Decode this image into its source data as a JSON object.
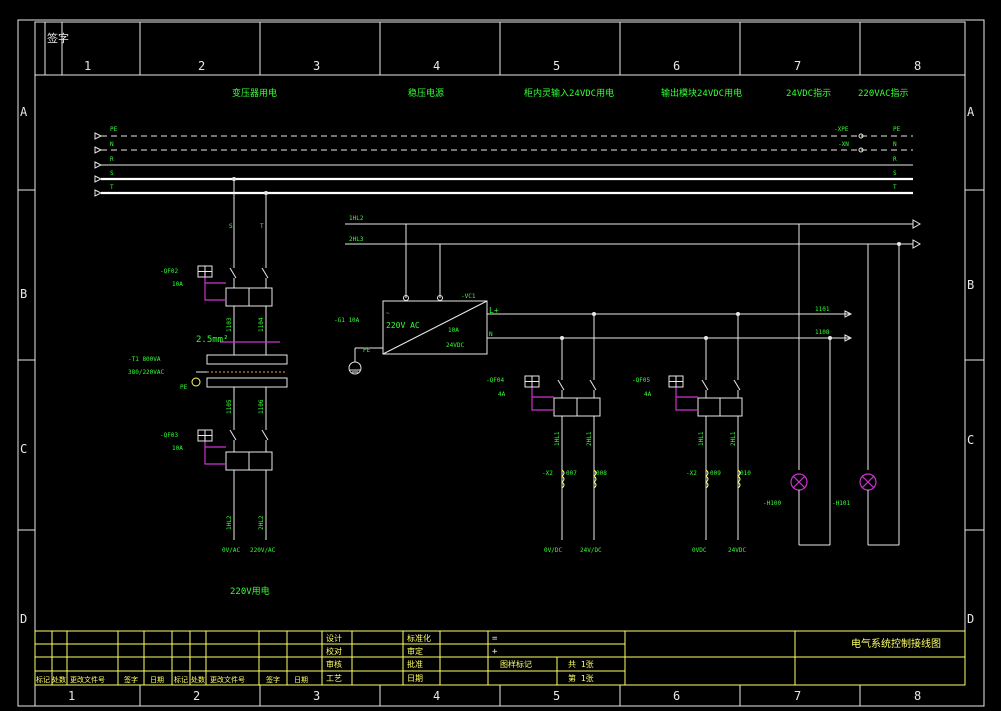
{
  "stamp": "签字",
  "columns": [
    "1",
    "2",
    "3",
    "4",
    "5",
    "6",
    "7",
    "8"
  ],
  "rows": [
    "A",
    "B",
    "C",
    "D"
  ],
  "headers": [
    "变压器用电",
    "稳压电源",
    "柜内灵输入24VDC用电",
    "输出模块24VDC用电",
    "24VDC指示",
    "220VAC指示"
  ],
  "bus": {
    "left": [
      "PE",
      "N",
      "R",
      "S",
      "T"
    ],
    "right": [
      "PE",
      "N",
      "R",
      "S",
      "T"
    ],
    "mid_pe": "-XPE",
    "mid_n": "-XN"
  },
  "branch_lines": [
    "1HL2",
    "2HL3"
  ],
  "ps": {
    "tag": "-VC1",
    "fuse": "-G1 10A",
    "ac": "220V AC",
    "amp": "10A",
    "dc": "24VDC",
    "lplus": "L+",
    "n": "N",
    "pe": "PE"
  },
  "dc_lines": [
    "1101",
    "1108"
  ],
  "transformer": {
    "tag": "-T1 800VA",
    "ratio": "380/220VAC",
    "pe": "PE",
    "wire": "2.5mm²"
  },
  "breakers": [
    {
      "tag": "-QF02",
      "amp": "10A"
    },
    {
      "tag": "-QF03",
      "amp": "10A"
    },
    {
      "tag": "-QF04",
      "amp": "4A"
    },
    {
      "tag": "-QF05",
      "amp": "4A"
    }
  ],
  "st_labels": [
    "S",
    "T"
  ],
  "wire_labels": [
    "1103",
    "1104",
    "1105",
    "1106",
    "1HL2",
    "2HL2",
    "1HL1",
    "2HL1",
    "1HL1",
    "2HL1"
  ],
  "terminal_marks": [
    "-X2",
    "-X2",
    "-X2",
    "-X2",
    "007",
    "008",
    "009",
    "010"
  ],
  "outputs": [
    "0V/AC",
    "220V/AC",
    "0V/DC",
    "24V/DC",
    "0VDC",
    "24VDC"
  ],
  "lamps": [
    "-H100",
    "-H101"
  ],
  "footer_label": "220V用电",
  "title_block": {
    "left_labels": [
      "标记",
      "处数",
      "更改文件号",
      "签字",
      "日期",
      "标记",
      "处数",
      "更改文件号",
      "签字",
      "日期"
    ],
    "mid_labels": [
      "设计",
      "校对",
      "审核",
      "工艺"
    ],
    "mid2_labels": [
      "标准化",
      "审定",
      "批准",
      "日期"
    ],
    "sheet": "图样标记",
    "total": "共 1张",
    "page": "第 1张",
    "eq": "=",
    "plus": "+",
    "title": "电气系统控制接线图"
  }
}
